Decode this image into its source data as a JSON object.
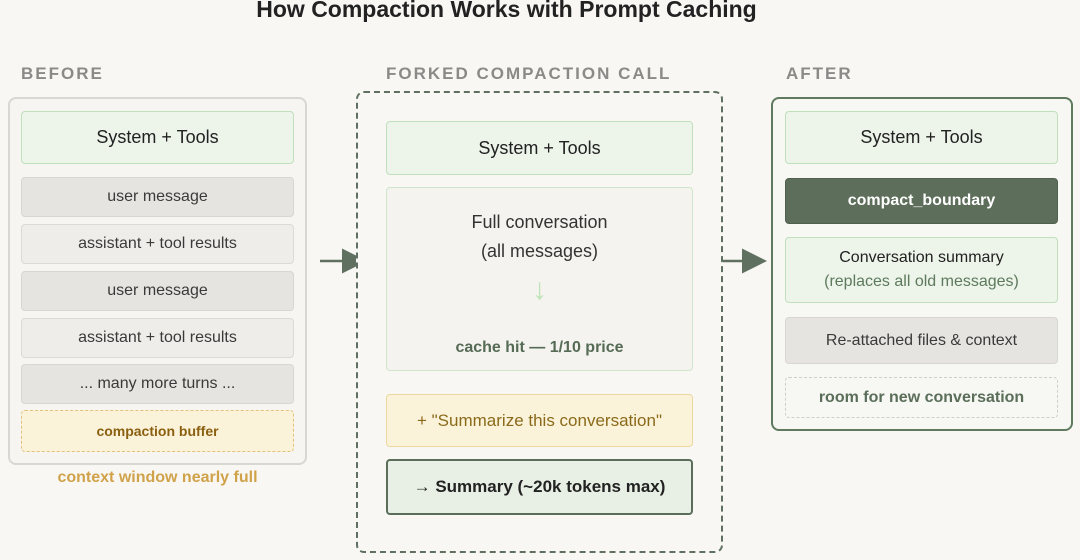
{
  "title": "How Compaction Works with Prompt Caching",
  "before": {
    "label": "BEFORE",
    "system_tools": "System + Tools",
    "messages": [
      "user message",
      "assistant + tool results",
      "user message",
      "assistant + tool results",
      "... many more turns ..."
    ],
    "buffer": "compaction buffer",
    "note": "context window nearly full"
  },
  "fork": {
    "label": "FORKED COMPACTION CALL",
    "system_tools": "System + Tools",
    "full_conversation": "Full conversation",
    "all_messages": "(all messages)",
    "down_arrow": "↓",
    "cache_hit": "cache hit — 1/10 price",
    "summarize_prompt": "+ \"Summarize this conversation\"",
    "summary_output": "→ Summary (~20k tokens max)"
  },
  "after": {
    "label": "AFTER",
    "system_tools": "System + Tools",
    "boundary": "compact_boundary",
    "summary_title": "Conversation summary",
    "summary_sub": "(replaces all old messages)",
    "reattached": "Re-attached files & context",
    "room": "room for new conversation"
  },
  "colors": {
    "accent_dark_green": "#5d6e5b",
    "light_green": "#edf4ea",
    "buffer_yellow": "#fbf3d9",
    "note_gold": "#d0a24a"
  }
}
